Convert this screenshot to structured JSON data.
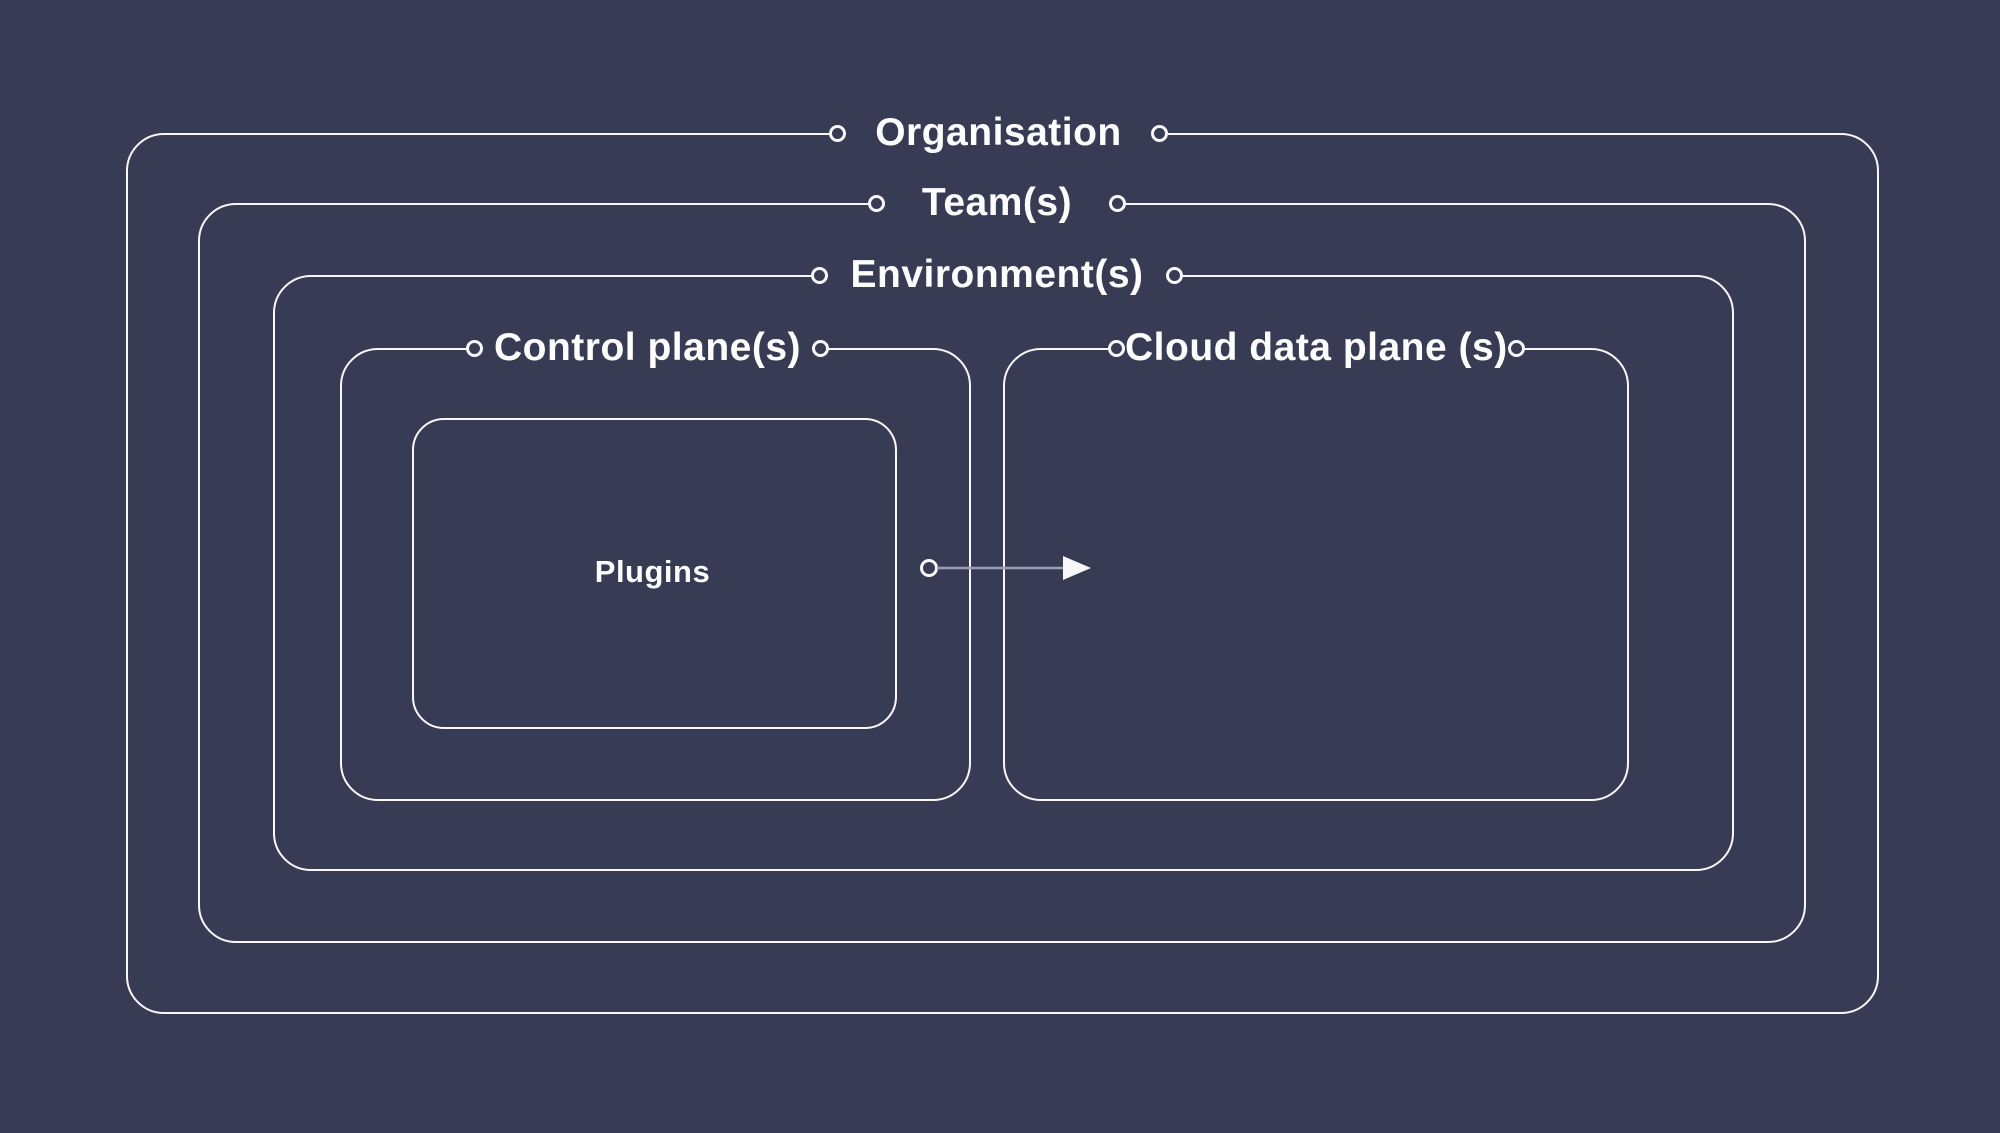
{
  "colors": {
    "background": "#373b54",
    "line": "#f8f8fa",
    "arrow_shaft": "#9aa0b4",
    "text": "#fdfdfe"
  },
  "layers": {
    "organisation": {
      "label": "Organisation"
    },
    "team": {
      "label": "Team(s)"
    },
    "environment": {
      "label": "Environment(s)"
    },
    "control_plane": {
      "label": "Control plane(s)"
    },
    "cloud_data_plane": {
      "label": "Cloud data plane (s)"
    },
    "plugins": {
      "label": "Plugins"
    }
  },
  "icons": {
    "node_circle": "connector-node",
    "arrow": "right-arrow"
  }
}
